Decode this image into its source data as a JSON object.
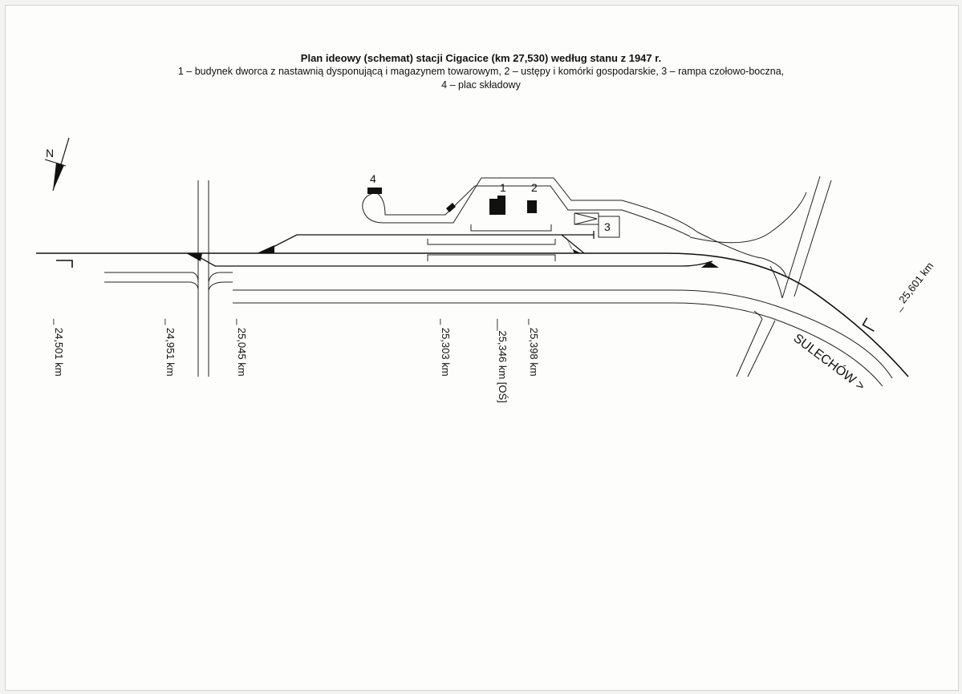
{
  "header": {
    "title": "Plan ideowy (schemat) stacji Cigacice (km 27,530) według stanu z 1947 r.",
    "legend_line1": "1 – budynek dworca z nastawnią dysponującą i magazynem towarowym, 2 – ustępy i komórki gospodarskie, 3 – rampa czołowo-boczna,",
    "legend_line2": "4 – plac składowy"
  },
  "compass": {
    "label": "N"
  },
  "markers": {
    "m1": "1",
    "m2": "2",
    "m3": "3",
    "m4": "4"
  },
  "km_marks": {
    "k24501": "_ 24,501 km",
    "k24951": "_ 24,951 km",
    "k25045": "_ 25,045 km",
    "k25303": "_ 25,303 km",
    "k25346": "__25,346 km [OŚ]",
    "k25398": "_ 25,398 km",
    "k25601": "_ 25,601 km"
  },
  "direction": {
    "label": "SULECHÓW >"
  }
}
